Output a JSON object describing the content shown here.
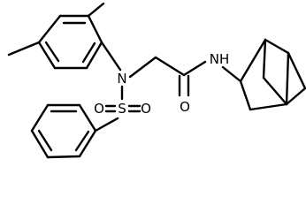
{
  "molecule": {
    "atoms": {
      "n_sulfonamide": "N",
      "sulfur": "S",
      "oxygen_sulfonyl_left": "O",
      "oxygen_sulfonyl_right": "O",
      "oxygen_carbonyl": "O",
      "nh_amide": "NH"
    },
    "colors": {
      "bond": "#000000",
      "label": "#000000",
      "background": "#ffffff"
    }
  }
}
